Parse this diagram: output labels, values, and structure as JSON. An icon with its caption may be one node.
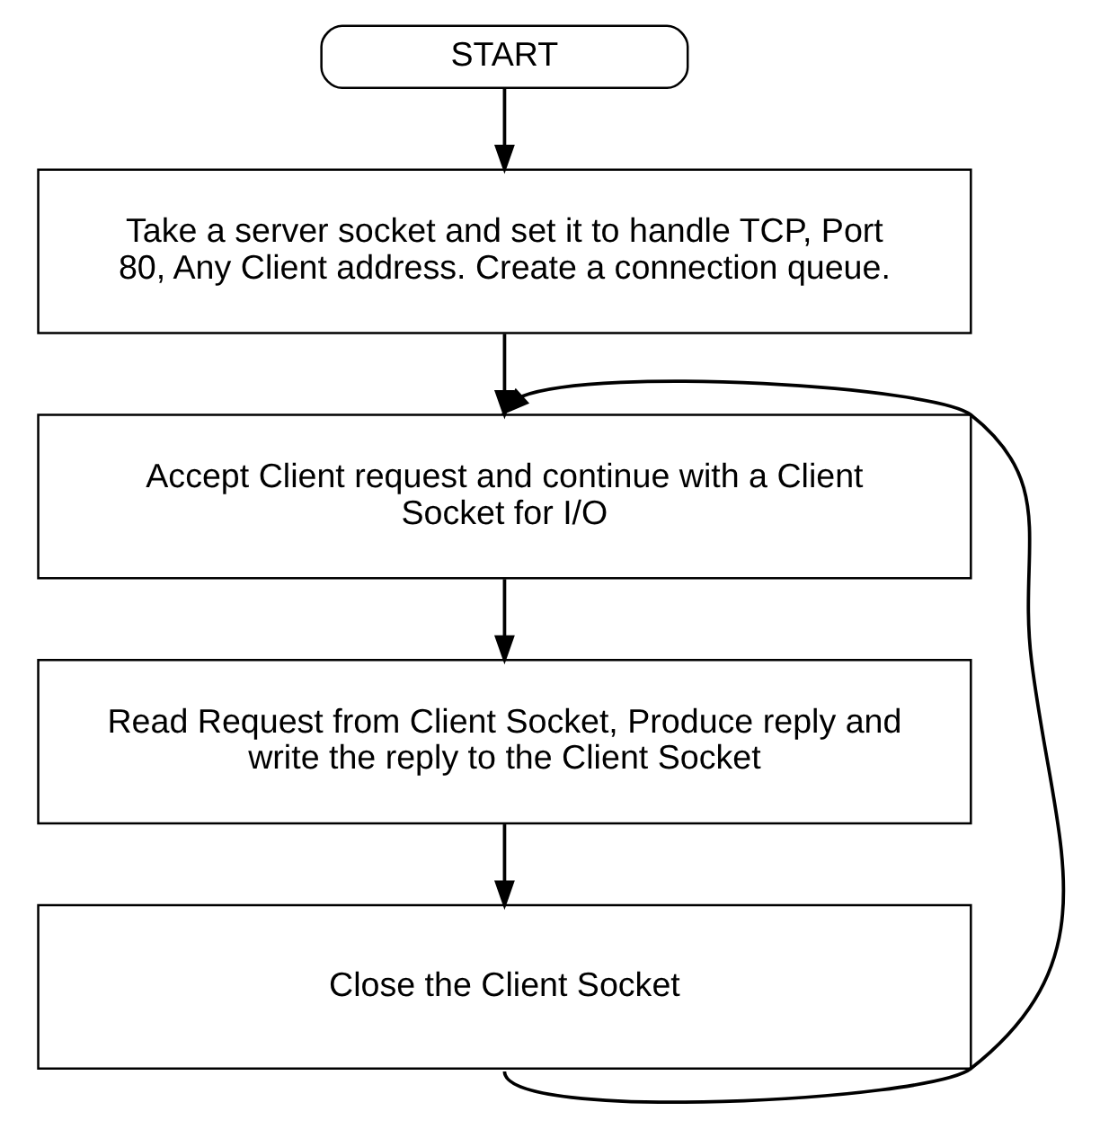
{
  "diagram": {
    "nodes": [
      {
        "text": [
          "START"
        ]
      },
      {
        "text": [
          "Take a server socket and set it to handle TCP, Port 80, Any Client address. Create a connection queue."
        ]
      },
      {
        "text": [
          "Accept Client request and continue with a Client Socket for I/O"
        ]
      },
      {
        "text": [
          "Read Request from Client Socket, Produce reply and write the reply to the Client Socket"
        ]
      },
      {
        "text": [
          "Close the Client Socket"
        ]
      }
    ],
    "edges": [
      {
        "from": 0,
        "to": 1,
        "arrow": "to"
      },
      {
        "from": 1,
        "to": 2,
        "arrow": "to"
      },
      {
        "from": 2,
        "to": 3,
        "arrow": "to"
      },
      {
        "from": 3,
        "to": 4,
        "arrow": "to"
      },
      {
        "from": 4,
        "to": 2,
        "arrow": "to"
      }
    ]
  }
}
